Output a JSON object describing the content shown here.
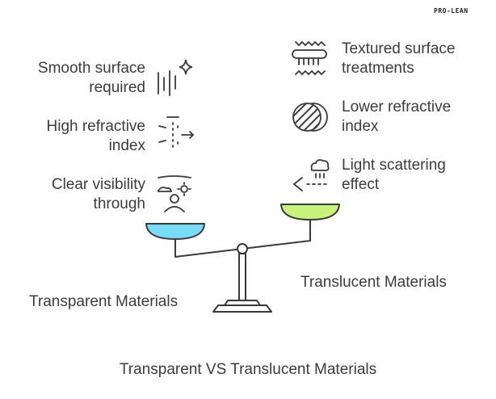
{
  "logo_text": "PRO-LEAN",
  "title": "Transparent VS Translucent Materials",
  "left": {
    "label": "Transparent Materials",
    "color": "#79dcf7",
    "items": [
      {
        "line1": "Smooth surface",
        "line2": "required",
        "icon": "smooth-lines-sparkle-icon"
      },
      {
        "line1": "High refractive",
        "line2": "index",
        "icon": "light-refraction-icon"
      },
      {
        "line1": "Clear visibility",
        "line2": "through",
        "icon": "clear-view-person-icon"
      }
    ]
  },
  "right": {
    "label": "Translucent Materials",
    "color": "#c9f27c",
    "items": [
      {
        "line1": "Textured surface",
        "line2": "treatments",
        "icon": "textured-surface-icon"
      },
      {
        "line1": "Lower refractive",
        "line2": "index",
        "icon": "hatched-circle-icon"
      },
      {
        "line1": "Light scattering",
        "line2": "effect",
        "icon": "light-scatter-icon"
      }
    ]
  }
}
